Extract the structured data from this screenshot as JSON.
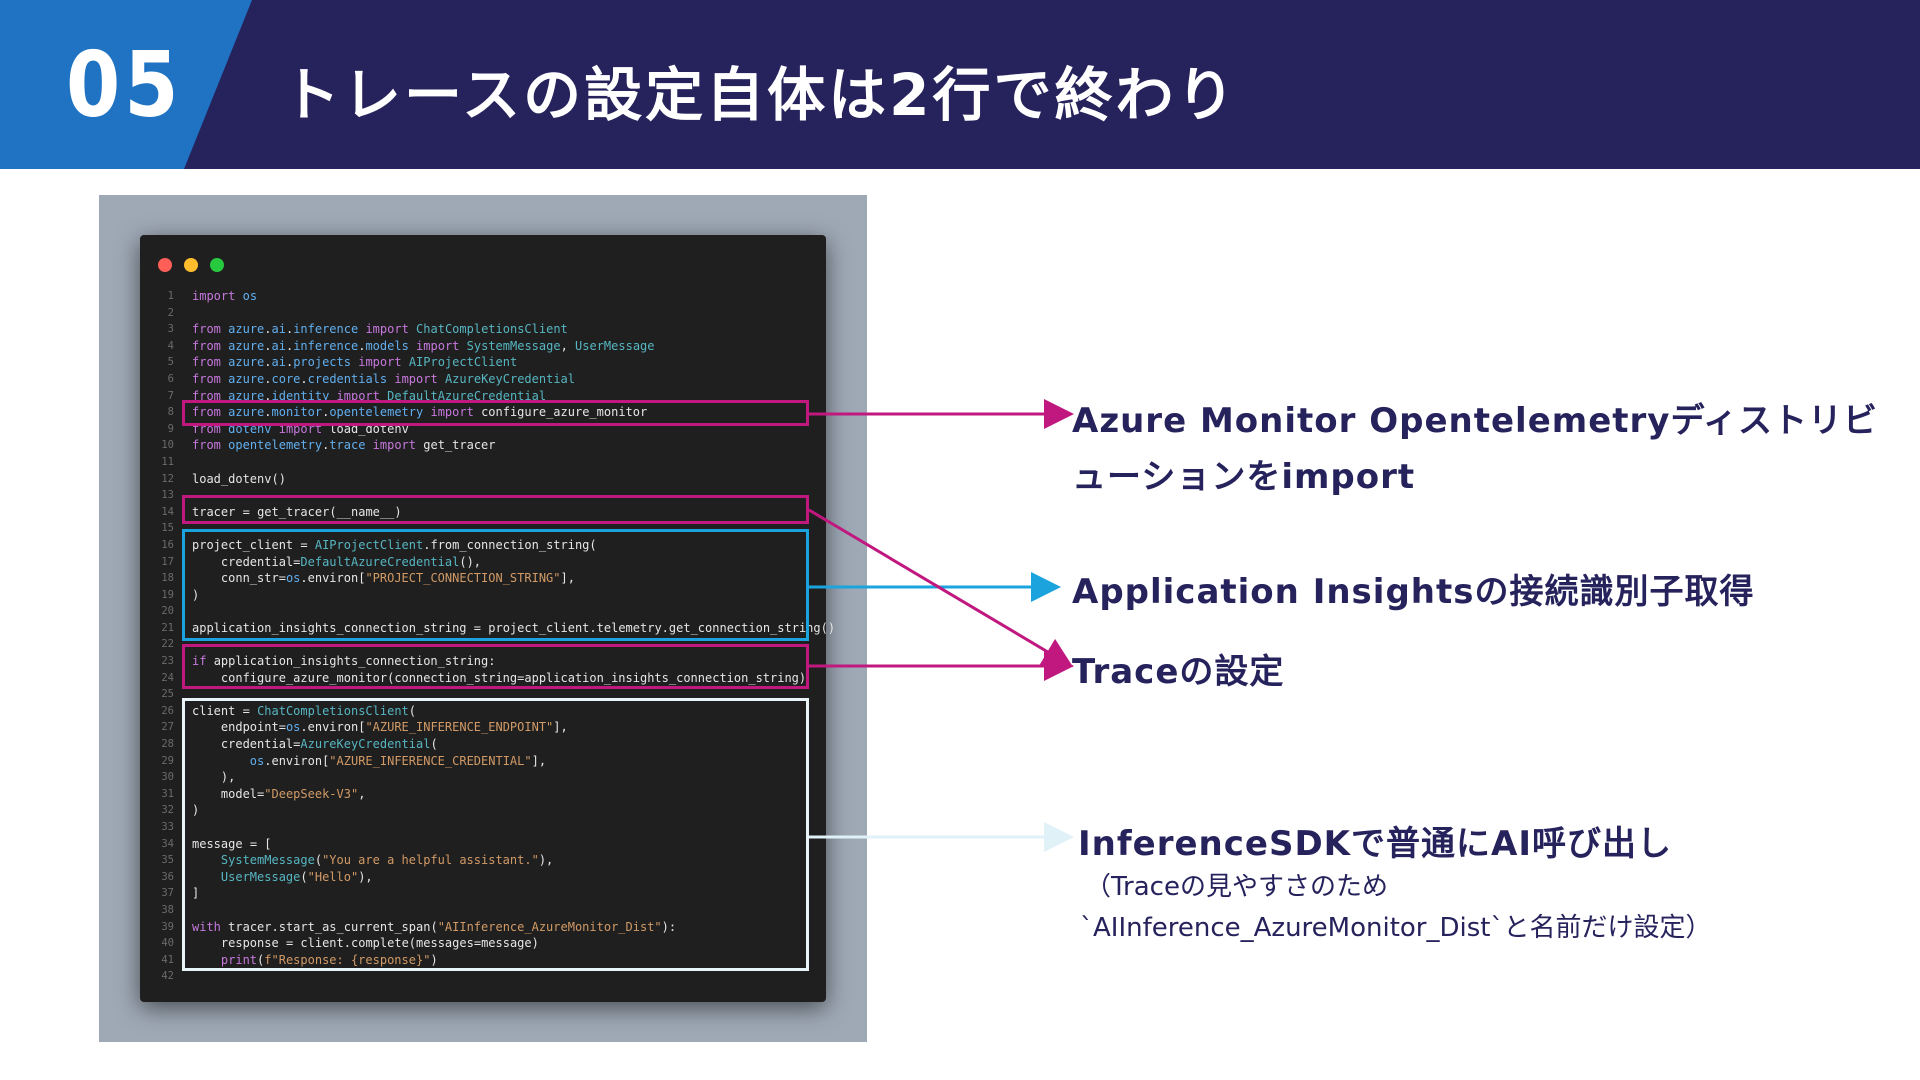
{
  "header": {
    "number": "05",
    "title": "トレースの設定自体は2行で終わり",
    "colors": {
      "bar": "#26225c",
      "accent": "#1f73c2"
    }
  },
  "window": {
    "controls": [
      "close-dot",
      "minimize-dot",
      "maximize-dot"
    ],
    "control_colors": [
      "#ff5f56",
      "#ffbd2e",
      "#27c93f"
    ]
  },
  "code_lines": [
    {
      "n": "1",
      "t": "import os"
    },
    {
      "n": "2",
      "t": ""
    },
    {
      "n": "3",
      "t": "from azure.ai.inference import ChatCompletionsClient"
    },
    {
      "n": "4",
      "t": "from azure.ai.inference.models import SystemMessage, UserMessage"
    },
    {
      "n": "5",
      "t": "from azure.ai.projects import AIProjectClient"
    },
    {
      "n": "6",
      "t": "from azure.core.credentials import AzureKeyCredential"
    },
    {
      "n": "7",
      "t": "from azure.identity import DefaultAzureCredential"
    },
    {
      "n": "8",
      "t": "from azure.monitor.opentelemetry import configure_azure_monitor"
    },
    {
      "n": "9",
      "t": "from dotenv import load_dotenv"
    },
    {
      "n": "10",
      "t": "from opentelemetry.trace import get_tracer"
    },
    {
      "n": "11",
      "t": ""
    },
    {
      "n": "12",
      "t": "load_dotenv()"
    },
    {
      "n": "13",
      "t": ""
    },
    {
      "n": "14",
      "t": "tracer = get_tracer(__name__)"
    },
    {
      "n": "15",
      "t": ""
    },
    {
      "n": "16",
      "t": "project_client = AIProjectClient.from_connection_string("
    },
    {
      "n": "17",
      "t": "    credential=DefaultAzureCredential(),"
    },
    {
      "n": "18",
      "t": "    conn_str=os.environ[\"PROJECT_CONNECTION_STRING\"],"
    },
    {
      "n": "19",
      "t": ")"
    },
    {
      "n": "20",
      "t": ""
    },
    {
      "n": "21",
      "t": "application_insights_connection_string = project_client.telemetry.get_connection_string()"
    },
    {
      "n": "22",
      "t": ""
    },
    {
      "n": "23",
      "t": "if application_insights_connection_string:"
    },
    {
      "n": "24",
      "t": "    configure_azure_monitor(connection_string=application_insights_connection_string)"
    },
    {
      "n": "25",
      "t": ""
    },
    {
      "n": "26",
      "t": "client = ChatCompletionsClient("
    },
    {
      "n": "27",
      "t": "    endpoint=os.environ[\"AZURE_INFERENCE_ENDPOINT\"],"
    },
    {
      "n": "28",
      "t": "    credential=AzureKeyCredential("
    },
    {
      "n": "29",
      "t": "        os.environ[\"AZURE_INFERENCE_CREDENTIAL\"],"
    },
    {
      "n": "30",
      "t": "    ),"
    },
    {
      "n": "31",
      "t": "    model=\"DeepSeek-V3\","
    },
    {
      "n": "32",
      "t": ")"
    },
    {
      "n": "33",
      "t": ""
    },
    {
      "n": "34",
      "t": "message = ["
    },
    {
      "n": "35",
      "t": "    SystemMessage(\"You are a helpful assistant.\"),"
    },
    {
      "n": "36",
      "t": "    UserMessage(\"Hello\"),"
    },
    {
      "n": "37",
      "t": "]"
    },
    {
      "n": "38",
      "t": ""
    },
    {
      "n": "39",
      "t": "with tracer.start_as_current_span(\"AIInference_AzureMonitor_Dist\"):"
    },
    {
      "n": "40",
      "t": "    response = client.complete(messages=message)"
    },
    {
      "n": "41",
      "t": "    print(f\"Response: {response}\")"
    },
    {
      "n": "42",
      "t": ""
    }
  ],
  "highlights": [
    {
      "name": "import-monitor-box",
      "color": "#c0187f"
    },
    {
      "name": "tracer-box",
      "color": "#c0187f"
    },
    {
      "name": "connection-string-box",
      "color": "#1aa3dc"
    },
    {
      "name": "configure-monitor-box",
      "color": "#c0187f"
    },
    {
      "name": "inference-call-box",
      "color": "#e8f4f8"
    }
  ],
  "annotations": {
    "import": {
      "line1": "Azure Monitor Opentelemetryディストリビ",
      "line2": "ューションをimport"
    },
    "insights": "Application Insightsの接続識別子取得",
    "trace": "Traceの設定",
    "inference": {
      "title": "InferenceSDKで普通にAI呼び出し",
      "sub1": "（Traceの見やすさのため",
      "sub2": "`AIInference_AzureMonitor_Dist`と名前だけ設定）"
    }
  }
}
